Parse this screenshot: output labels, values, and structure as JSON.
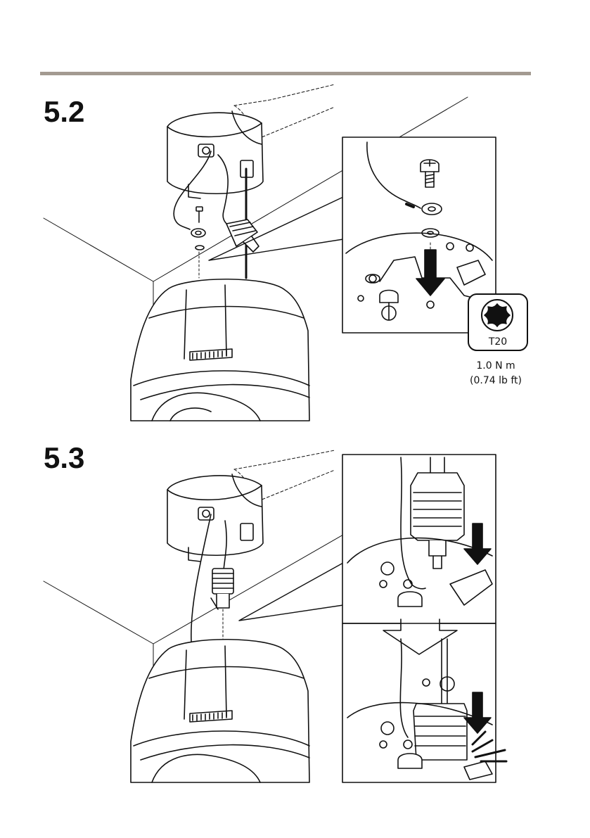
{
  "header": {
    "rule_color": "#a39a91"
  },
  "steps": [
    {
      "number": "5.2"
    },
    {
      "number": "5.3"
    }
  ],
  "tool": {
    "label": "T20"
  },
  "torque": {
    "nm": "1.0 N m",
    "lbft": "(0.74 lb ft)"
  },
  "colors": {
    "ink": "#111111",
    "paper": "#ffffff"
  }
}
